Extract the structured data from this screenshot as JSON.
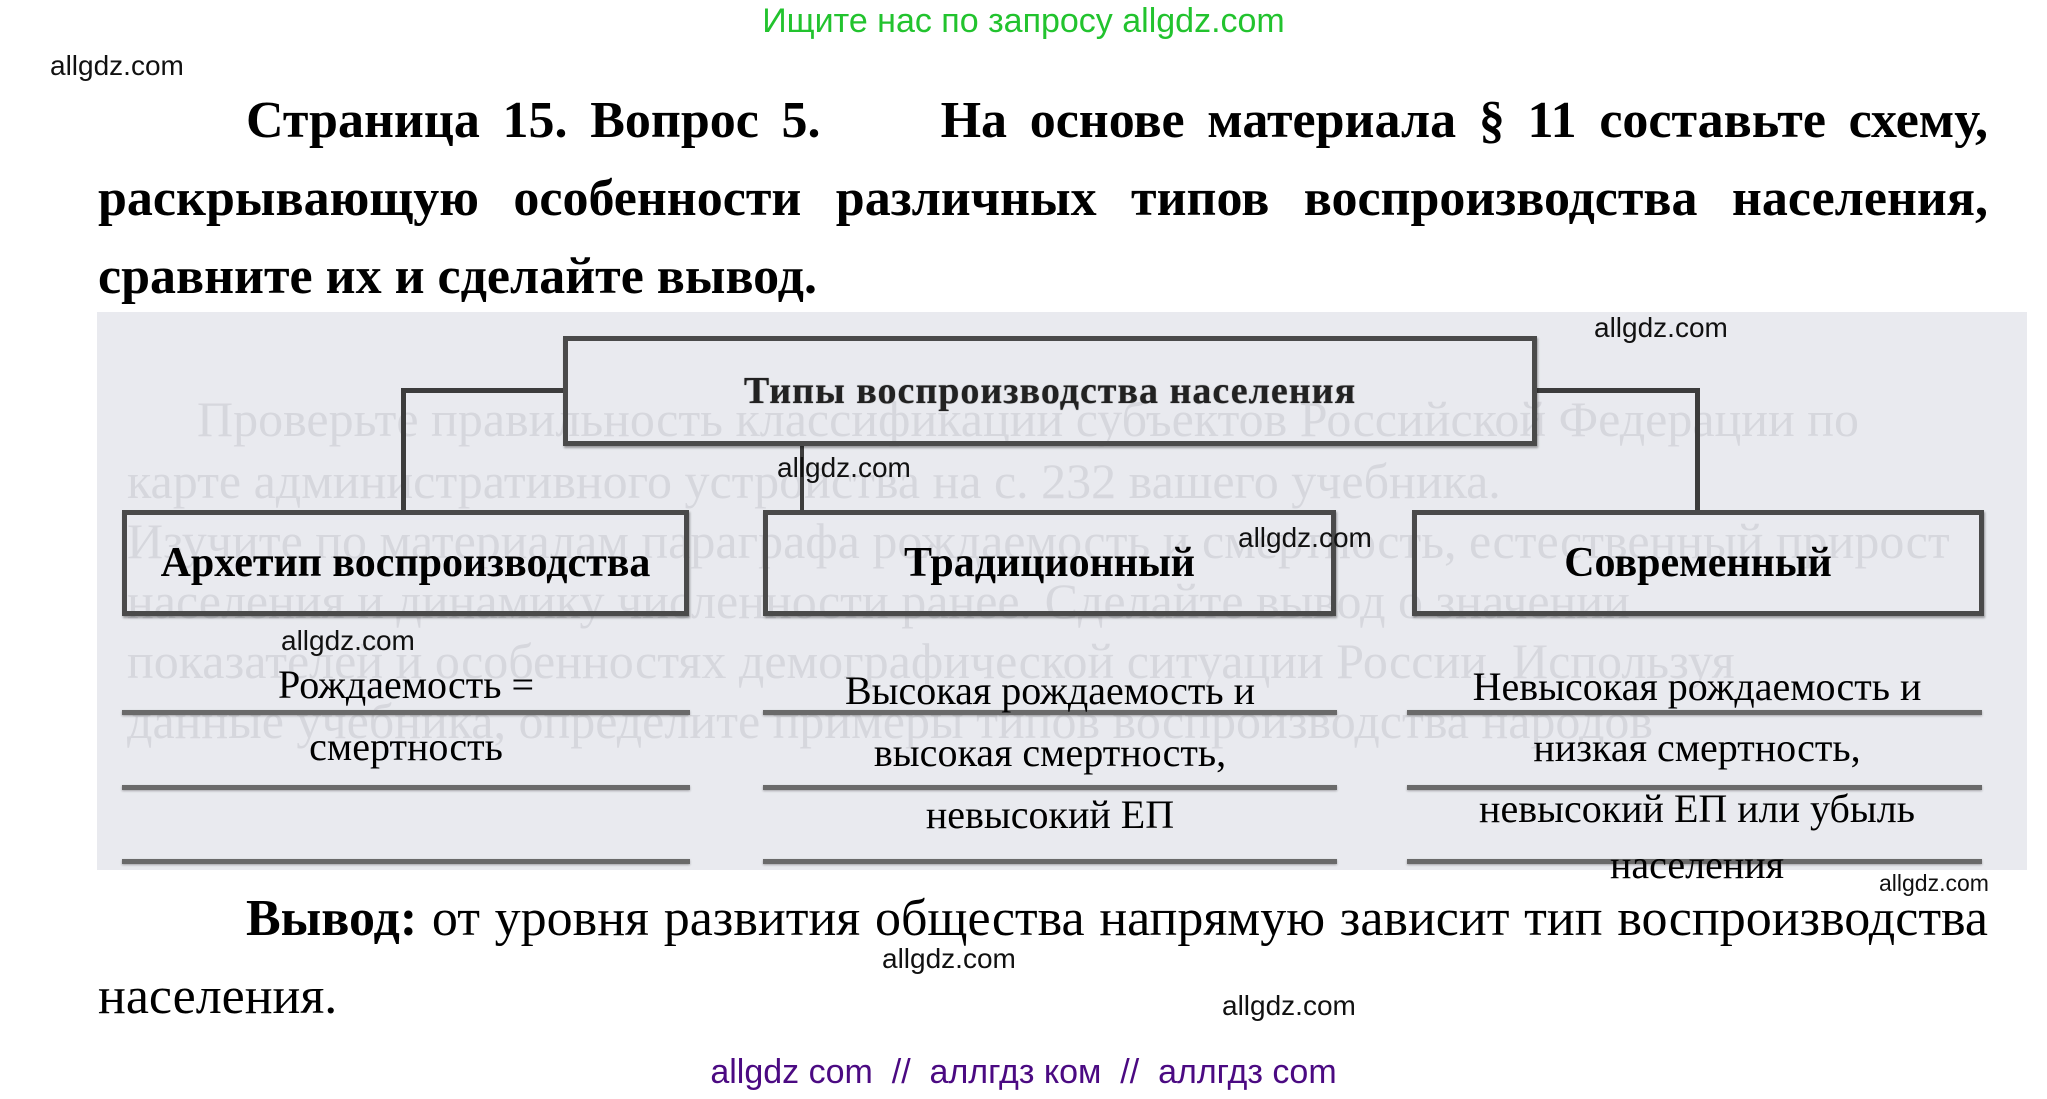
{
  "banners": {
    "top": {
      "text": "Ищите нас по запросу allgdz.com",
      "color": "#22c32e"
    },
    "bottom": {
      "text": "allgdz com  //  аллгдз ком  //  аллгдз com",
      "color": "#4b0a82"
    }
  },
  "watermark_text": "allgdz.com",
  "watermarks": [
    {
      "id": "wm-top-left",
      "text": "allgdz.com"
    },
    {
      "id": "wm-panel-top-right",
      "text": "allgdz.com"
    },
    {
      "id": "wm-under-root",
      "text": "allgdz.com"
    },
    {
      "id": "wm-traditional",
      "text": "allgdz.com"
    },
    {
      "id": "wm-archetype-desc",
      "text": "allgdz.com"
    },
    {
      "id": "wm-panel-bottom-right",
      "text": "allgdz.com"
    },
    {
      "id": "wm-conclusion-mid",
      "text": "allgdz.com"
    },
    {
      "id": "wm-conclusion-end",
      "text": "allgdz.com"
    }
  ],
  "question": {
    "label": "Страница 15. Вопрос 5.",
    "text_line1": "На основе материала § 11 составьте",
    "text_rest": "схему, раскрывающую особенности различных типов воспроизводства населения, сравните их и сделайте вывод."
  },
  "diagram": {
    "root": "Типы воспроизводства населения",
    "types": [
      {
        "title": "Архетип воспроизводства",
        "description": "Рождаемость = смертность",
        "desc_lines": [
          "Рождаемость =",
          "смертность"
        ]
      },
      {
        "title": "Традиционный",
        "description": "Высокая рождаемость и высокая смертность, невысокий ЕП",
        "desc_lines": [
          "Высокая рождаемость и",
          "высокая смертность,",
          "невысокий ЕП"
        ]
      },
      {
        "title": "Современный",
        "description": "Невысокая рождаемость и низкая смертность, невысокий ЕП или убыль населения",
        "desc_lines": [
          "Невысокая рождаемость и",
          "низкая смертность,",
          "невысокий ЕП или убыль",
          "населения"
        ]
      }
    ]
  },
  "conclusion": {
    "label": "Вывод:",
    "text": "от уровня развития общества напрямую зависит тип воспроизводства населения."
  }
}
